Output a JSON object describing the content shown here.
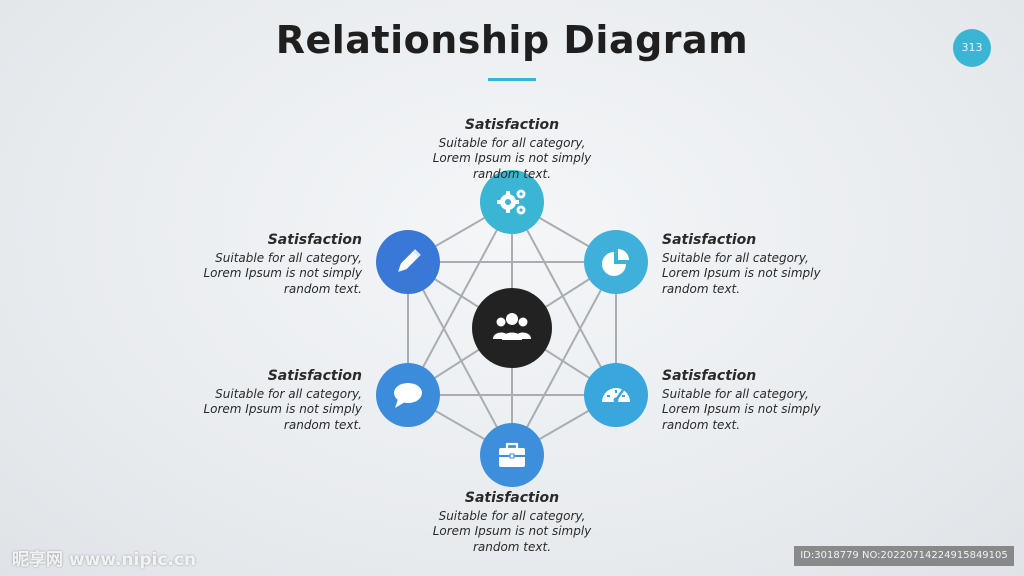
{
  "title": "Relationship Diagram",
  "page_number": "313",
  "center": {
    "icon": "team-icon",
    "color": "#222222"
  },
  "nodes": [
    {
      "id": "top",
      "icon": "gears-icon",
      "color": "#3ab5d4",
      "heading": "Satisfaction",
      "lines": [
        "Suitable for all category,",
        "Lorem Ipsum is not simply",
        "random text."
      ]
    },
    {
      "id": "top-right",
      "icon": "pie-chart-icon",
      "color": "#3fb0d9",
      "heading": "Satisfaction",
      "lines": [
        "Suitable for all category,",
        "Lorem Ipsum is not simply",
        "random text."
      ]
    },
    {
      "id": "bottom-right",
      "icon": "dashboard-icon",
      "color": "#3aa6de",
      "heading": "Satisfaction",
      "lines": [
        "Suitable for all category,",
        "Lorem Ipsum is not simply",
        "random text."
      ]
    },
    {
      "id": "bottom",
      "icon": "briefcase-icon",
      "color": "#3d8fdc",
      "heading": "Satisfaction",
      "lines": [
        "Suitable for all category,",
        "Lorem Ipsum is not simply",
        "random text."
      ]
    },
    {
      "id": "bottom-left",
      "icon": "chat-icon",
      "color": "#3b8ddb",
      "heading": "Satisfaction",
      "lines": [
        "Suitable for all category,",
        "Lorem Ipsum is not simply",
        "random text."
      ]
    },
    {
      "id": "top-left",
      "icon": "pencil-icon",
      "color": "#3978d6",
      "heading": "Satisfaction",
      "lines": [
        "Suitable for all category,",
        "Lorem Ipsum is not simply",
        "random text."
      ]
    }
  ],
  "watermark": {
    "left": "昵享网 www.nipic.cn",
    "right": "ID:3018779 NO:20220714224915849105"
  }
}
